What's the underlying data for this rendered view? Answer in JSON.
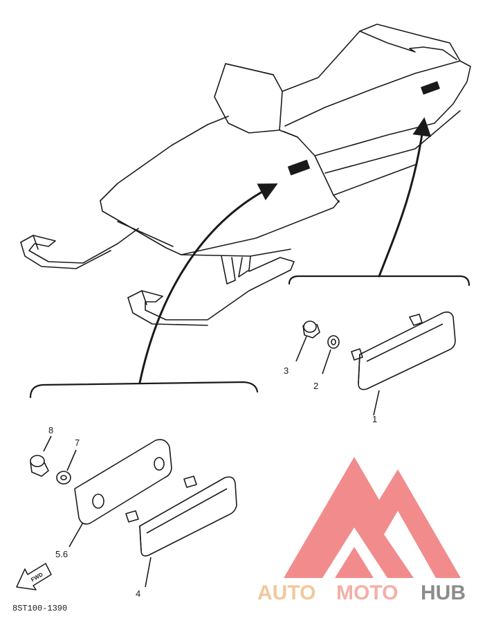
{
  "diagram": {
    "drawing_code": "8ST100-1390",
    "fwd_label": "FWD",
    "part_labels": {
      "p1": "1",
      "p2": "2",
      "p3": "3",
      "p4": "4",
      "p56": "5.6",
      "p7": "7",
      "p8": "8"
    }
  },
  "watermark": {
    "part_auto": "AUTO",
    "part_moto": "MOTO",
    "part_hub": "HUB",
    "colors": {
      "logo": "#f07878",
      "auto": "#f2c89a",
      "moto": "#f2b0a8",
      "hub": "#8c8c8c"
    }
  },
  "colors": {
    "ink": "#1a1a1a",
    "background": "#ffffff"
  }
}
